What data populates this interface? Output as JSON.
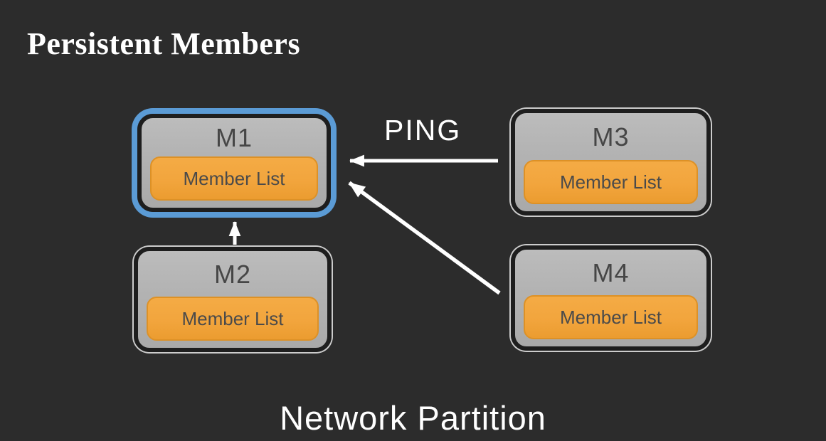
{
  "title": "Persistent Members",
  "caption": "Network Partition",
  "edges": {
    "ping_label": "PING",
    "list": [
      {
        "from": "M3",
        "to": "M1",
        "label": "PING"
      },
      {
        "from": "M4",
        "to": "M1",
        "label": ""
      },
      {
        "from": "M2",
        "to": "M1",
        "label": ""
      }
    ]
  },
  "nodes": [
    {
      "id": "M1",
      "label": "M1",
      "member_list_label": "Member List",
      "highlighted": true
    },
    {
      "id": "M2",
      "label": "M2",
      "member_list_label": "Member List",
      "highlighted": false
    },
    {
      "id": "M3",
      "label": "M3",
      "member_list_label": "Member List",
      "highlighted": false
    },
    {
      "id": "M4",
      "label": "M4",
      "member_list_label": "Member List",
      "highlighted": false
    }
  ],
  "colors": {
    "background": "#2c2c2c",
    "node_fill": "#b3b3b3",
    "node_border": "#1e1e1e",
    "node_outline": "#cccccc",
    "highlight": "#5b9bd5",
    "member_fill": "#f2a53d",
    "member_border": "#dd9126",
    "member_text": "#4a4a4a",
    "node_label_text": "#464646",
    "arrow": "#ffffff",
    "text": "#ffffff"
  }
}
